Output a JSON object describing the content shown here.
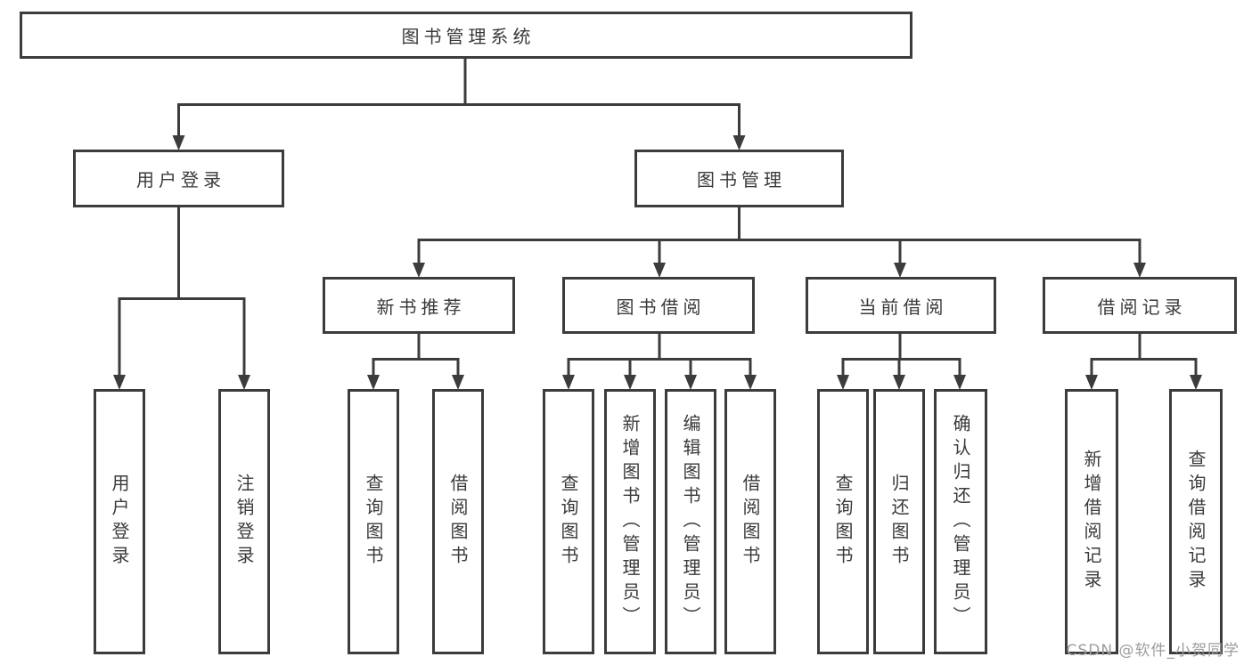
{
  "diagram_type": "hierarchy-tree",
  "colors": {
    "line": "#3c3c3c",
    "node_text": "#3a3a3a",
    "background": "#ffffff",
    "watermark_text": "#9d9d9d"
  },
  "tree": {
    "root": {
      "label": "图书管理系统",
      "children": [
        {
          "label": "用户登录",
          "children": [
            {
              "label": "用户登录"
            },
            {
              "label": "注销登录"
            }
          ]
        },
        {
          "label": "图书管理",
          "children": [
            {
              "label": "新书推荐",
              "children": [
                {
                  "label": "查询图书"
                },
                {
                  "label": "借阅图书"
                }
              ]
            },
            {
              "label": "图书借阅",
              "children": [
                {
                  "label": "查询图书"
                },
                {
                  "label": "新增图书（管理员）"
                },
                {
                  "label": "编辑图书（管理员）"
                },
                {
                  "label": "借阅图书"
                }
              ]
            },
            {
              "label": "当前借阅",
              "children": [
                {
                  "label": "查询图书"
                },
                {
                  "label": "归还图书"
                },
                {
                  "label": "确认归还（管理员）"
                }
              ]
            },
            {
              "label": "借阅记录",
              "children": [
                {
                  "label": "新增借阅记录"
                },
                {
                  "label": "查询借阅记录"
                }
              ]
            }
          ]
        }
      ]
    }
  },
  "watermark": {
    "text": "CSDN @软件_小贺同学"
  }
}
